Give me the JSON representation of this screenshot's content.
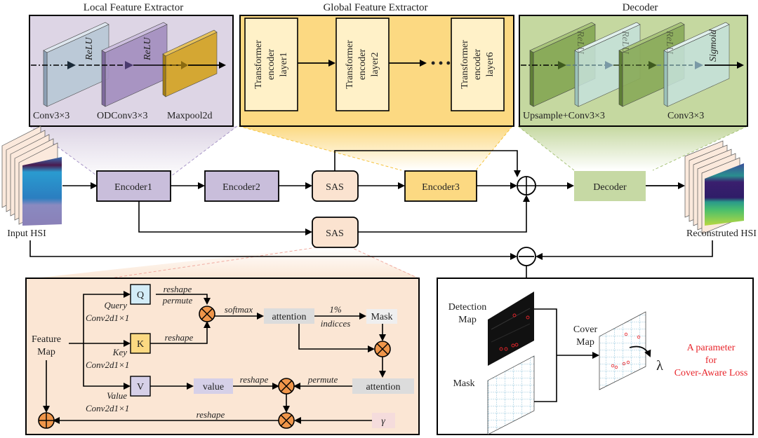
{
  "panels": {
    "local": {
      "title": "Local Feature Extractor",
      "labels": [
        "Conv3×3",
        "ODConv3×3",
        "Maxpool2d"
      ],
      "activations": [
        "ReLU",
        "ReLU"
      ],
      "colors": {
        "bg": "#ddd5e5",
        "conv": "#b9c8d6",
        "odconv": "#a48fc0",
        "pool": "#d4a52a"
      }
    },
    "global": {
      "title": "Global Feature Extractor",
      "layers": [
        {
          "line1": "Transformer",
          "line2": "encoder",
          "line3": "layer1"
        },
        {
          "line1": "Transformer",
          "line2": "encoder",
          "line3": "layer2"
        },
        {
          "line1": "Transformer",
          "line2": "encoder",
          "line3": "layer6"
        }
      ],
      "ellipsis": "• • •",
      "colors": {
        "bg": "#fcd982",
        "layer": "#fff1c8"
      }
    },
    "decoder": {
      "title": "Decoder",
      "labels": [
        "Upsample+Conv3×3",
        "Conv3×3"
      ],
      "activations": [
        "ReLU",
        "ReLU",
        "ReLU",
        "Sigmoid"
      ],
      "colors": {
        "bg": "#c5d8a0",
        "dark": "#8aab5a",
        "light": "#c6e2dc"
      }
    }
  },
  "main": {
    "input_label": "Input HSI",
    "output_label": "Reconstruted HSI",
    "blocks": {
      "encoder1": "Encoder1",
      "encoder2": "Encoder2",
      "encoder3": "Encoder3",
      "sas_top": "SAS",
      "sas_bottom": "SAS",
      "decoder": "Decoder"
    },
    "ops": {
      "add": "⊕",
      "subtract": "⊖"
    },
    "colors": {
      "encoder": "#c9bedb",
      "encoder3": "#fcd982",
      "sas": "#fbe3d0",
      "decoder": "#c6d9a4"
    }
  },
  "sas_detail": {
    "feature_map": [
      "Feature",
      "Map"
    ],
    "q": {
      "label": "Q",
      "name": "Query",
      "conv": "Conv2d1×1"
    },
    "k": {
      "label": "K",
      "name": "Key",
      "conv": "Conv2d1×1"
    },
    "v": {
      "label": "V",
      "name": "Value",
      "conv": "Conv2d1×1"
    },
    "reshape": "reshape",
    "permute": "permute",
    "softmax": "softmax",
    "attention": "attention",
    "one_pct": "1%",
    "indices": "indicces",
    "mask": "Mask",
    "value": "value",
    "gamma": "γ",
    "colors": {
      "bg": "#fbe6d4",
      "q": "#d3ecf7",
      "k": "#fcd982",
      "v": "#d6d0e8",
      "gray": "#dcdcdc",
      "gamma": "#f5dcdc",
      "mult": "#f0964a"
    }
  },
  "loss_panel": {
    "detection_map": [
      "Detection",
      "Map"
    ],
    "mask": "Mask",
    "cover_map": [
      "Cover",
      "Map"
    ],
    "lambda": "λ",
    "note": [
      "A parameter",
      "for",
      "Cover-Aware Loss"
    ],
    "note_color": "#e8242a"
  }
}
